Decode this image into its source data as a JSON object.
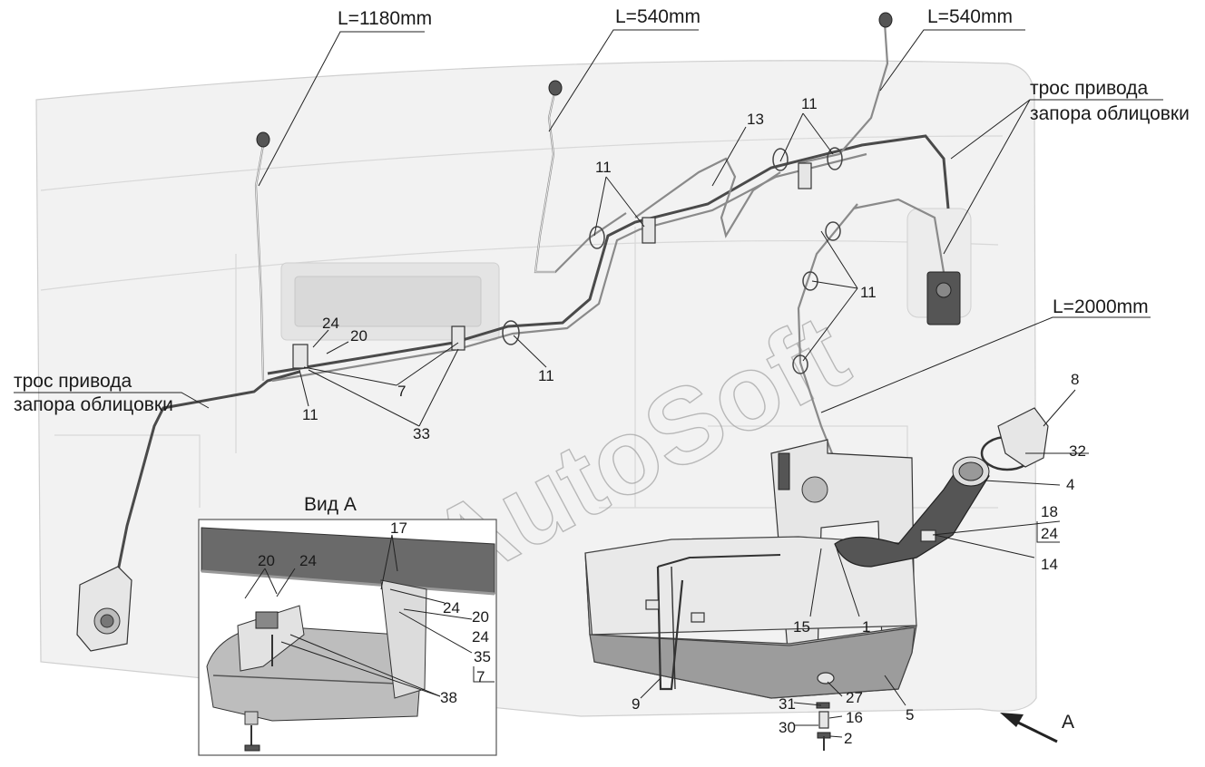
{
  "dimension_labels": {
    "left_cable_length": "L=1180mm",
    "middle_cable_length": "L=540mm",
    "right_cable_length": "L=540mm",
    "long_cable_length": "L=2000mm"
  },
  "cable_notes": {
    "right_line1": "трос привода",
    "right_line2": "запора облицовки",
    "left_line1": "трос привода",
    "left_line2": "запора облицовки"
  },
  "view_title": "Вид А",
  "view_arrow_letter": "A",
  "watermark": "AutoSoft",
  "callouts": {
    "c11_top_right": "11",
    "c13": "13",
    "c11_top_mid": "11",
    "c11_right": "11",
    "c24_main": "24",
    "c20_main": "20",
    "c7_main": "7",
    "c11_center": "11",
    "c11_left": "11",
    "c33": "33",
    "c8": "8",
    "c32": "32",
    "c4": "4",
    "c18": "18",
    "c24_right": "24",
    "c14": "14",
    "c15": "15",
    "c1": "1",
    "c9": "9",
    "c31": "31",
    "c27": "27",
    "c16": "16",
    "c30": "30",
    "c2": "2",
    "c5": "5"
  },
  "inset_callouts": {
    "c17": "17",
    "c20_a": "20",
    "c24_a": "24",
    "c24_b": "24",
    "c20_b": "20",
    "c24_c": "24",
    "c35": "35",
    "c7": "7",
    "c38": "38"
  }
}
